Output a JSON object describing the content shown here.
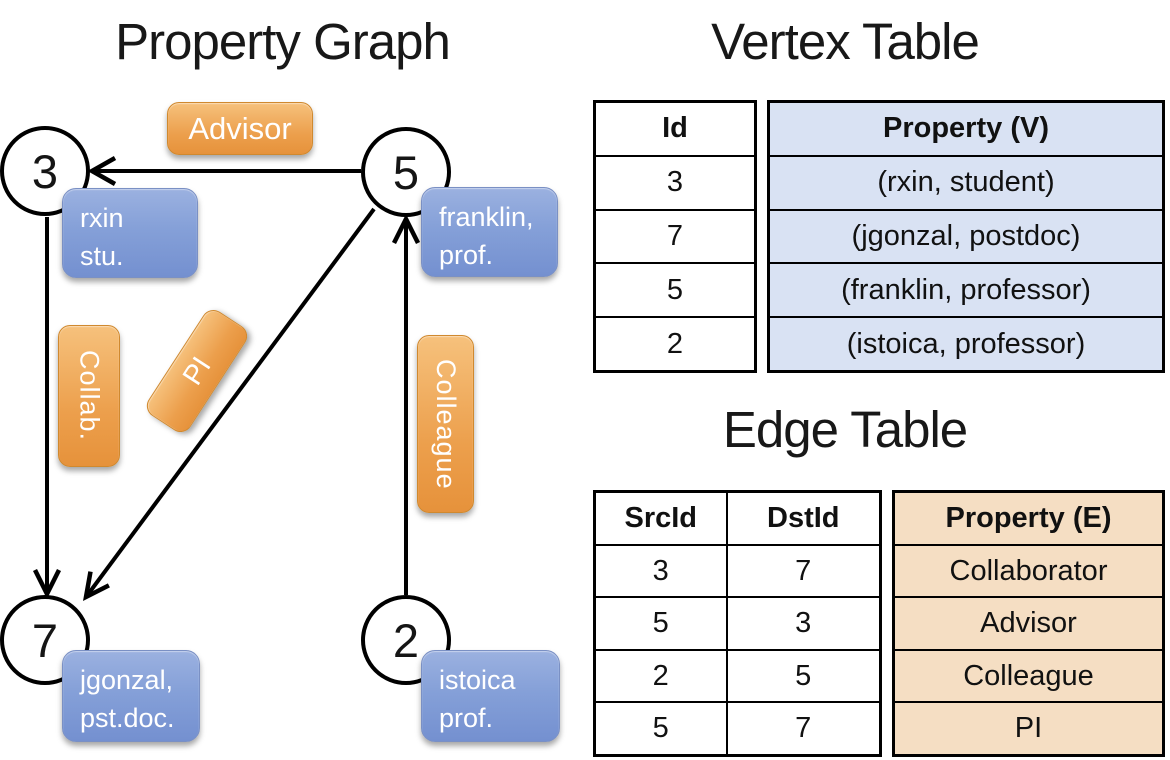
{
  "graph": {
    "title": "Property Graph",
    "nodes": [
      {
        "id": "3",
        "line1": "rxin",
        "line2": "stu."
      },
      {
        "id": "5",
        "line1": "franklin,",
        "line2": "prof."
      },
      {
        "id": "7",
        "line1": "jgonzal,",
        "line2": "pst.doc."
      },
      {
        "id": "2",
        "line1": "istoica",
        "line2": "prof."
      }
    ],
    "edge_labels": {
      "advisor": "Advisor",
      "collab": "Collab.",
      "pi": "PI",
      "colleague": "Colleague"
    }
  },
  "vertex_table": {
    "title": "Vertex Table",
    "headers": {
      "id": "Id",
      "property": "Property (V)"
    },
    "rows": [
      {
        "id": "3",
        "property": "(rxin, student)"
      },
      {
        "id": "7",
        "property": "(jgonzal, postdoc)"
      },
      {
        "id": "5",
        "property": "(franklin, professor)"
      },
      {
        "id": "2",
        "property": "(istoica, professor)"
      }
    ]
  },
  "edge_table": {
    "title": "Edge Table",
    "headers": {
      "src": "SrcId",
      "dst": "DstId",
      "property": "Property (E)"
    },
    "rows": [
      {
        "src": "3",
        "dst": "7",
        "property": "Collaborator"
      },
      {
        "src": "5",
        "dst": "3",
        "property": "Advisor"
      },
      {
        "src": "2",
        "dst": "5",
        "property": "Colleague"
      },
      {
        "src": "5",
        "dst": "7",
        "property": "PI"
      }
    ]
  },
  "colors": {
    "edge_label_orange_top": "#F6C17C",
    "edge_label_orange_bottom": "#E6923B",
    "vertex_label_blue_top": "#9BB1E0",
    "vertex_label_blue_bottom": "#7490D0",
    "vertex_table_cell_bg": "#D9E2F3",
    "edge_table_cell_bg": "#F5DEC3",
    "line_color": "#000000"
  }
}
